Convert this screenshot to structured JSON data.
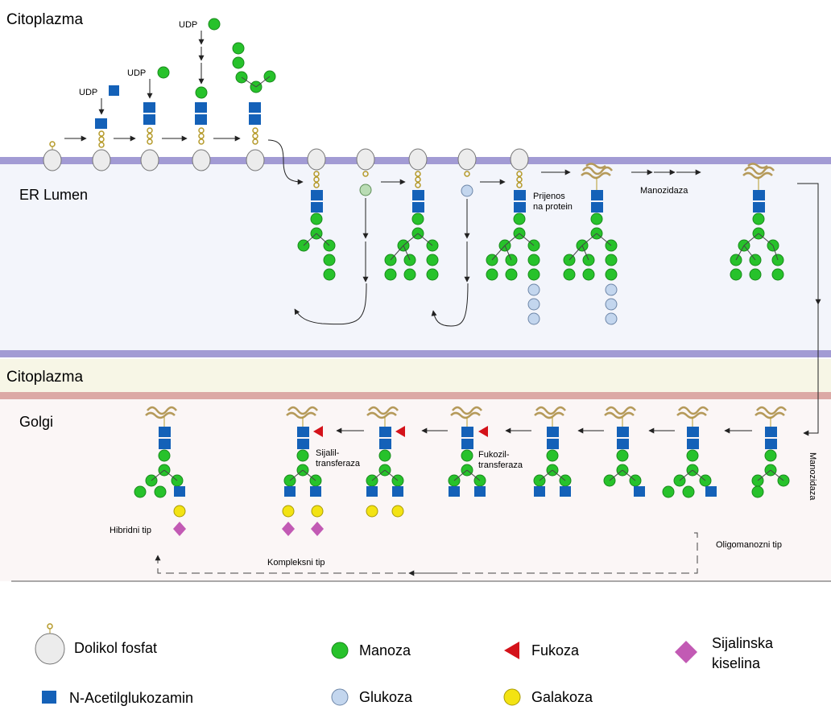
{
  "regions": {
    "cytoplasm_top": "Citoplazma",
    "er_lumen": "ER Lumen",
    "cytoplasm_middle": "Citoplazma",
    "golgi": "Golgi"
  },
  "labels": {
    "udp": "UDP",
    "transfer_line1": "Prijenos",
    "transfer_line2": "na protein",
    "mannosidase_er": "Manozidaza",
    "mannosidase_golgi": "Manozidaza",
    "sialyl_line1": "Sijalil-",
    "sialyl_line2": "transferaza",
    "fucosyl_line1": "Fukozil-",
    "fucosyl_line2": "transferaza",
    "hybrid": "Hibridni tip",
    "complex": "Kompleksni tip",
    "oligomannose": "Oligomanozni tip"
  },
  "legend": {
    "dolichol": "Dolikol fosfat",
    "glcnac": "N-Acetilglukozamin",
    "mannose": "Manoza",
    "glucose": "Glukoza",
    "fucose": "Fukoza",
    "galactose": "Galakoza",
    "sialic_line1": "Sijalinska",
    "sialic_line2": "kiselina"
  },
  "colors": {
    "membrane": "#a29bd4",
    "er_lumen_bg": "#f3f5fb",
    "cytoplasm_band": "#f7f6e6",
    "golgi_membrane": "#dca9a5",
    "golgi_bg": "#fbf6f6",
    "mannose": "#27c22b",
    "glcnac": "#1461b8",
    "glucose": "#c3d6ee",
    "galactose": "#f3e313",
    "fucose": "#d4121a",
    "sialic": "#c25ab4",
    "dolichol": "#ececec"
  }
}
